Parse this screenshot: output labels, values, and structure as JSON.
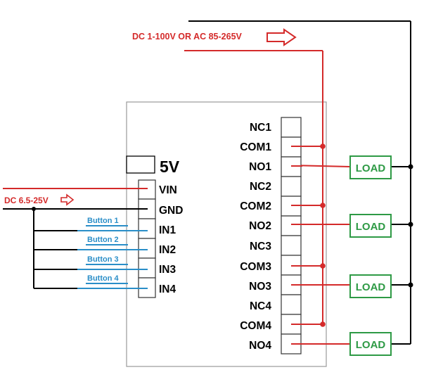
{
  "supply": {
    "power_in_label": "DC 1-100V OR AC 85-265V",
    "dc_input_label": "DC 6.5-25V",
    "module_voltage": "5V"
  },
  "input_pins": [
    "VIN",
    "GND",
    "IN1",
    "IN2",
    "IN3",
    "IN4"
  ],
  "buttons": [
    "Button 1",
    "Button 2",
    "Button 3",
    "Button 4"
  ],
  "relay_pins": [
    "NC1",
    "COM1",
    "NO1",
    "NC2",
    "COM2",
    "NO2",
    "NC3",
    "COM3",
    "NO3",
    "NC4",
    "COM4",
    "NO4"
  ],
  "loads": [
    "LOAD",
    "LOAD",
    "LOAD",
    "LOAD"
  ],
  "colors": {
    "power_wire": "#d42a2a",
    "ground_wire": "#000000",
    "button_label": "#2a8ec8",
    "load_box": "#2e9a45"
  }
}
